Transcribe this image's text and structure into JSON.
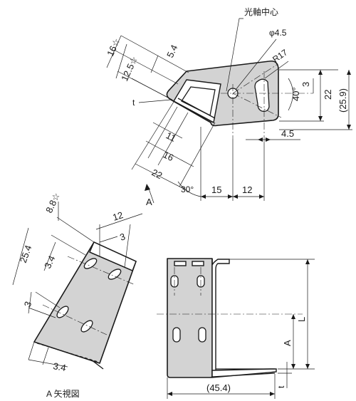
{
  "labels": {
    "optical_axis_center": "光軸中心",
    "hole_dia": "φ4.5",
    "radius": "R17",
    "arrow_a": "A",
    "view_a": "A 矢視図",
    "dim_a": "A",
    "dim_l": "L",
    "dim_t_top": "t",
    "dim_t_bottom": "t"
  },
  "dimensions": {
    "top": {
      "d16": "16☆",
      "d12_5": "12.5☆",
      "d5_4": "5.4",
      "d3": "3",
      "d22": "22",
      "d25_9": "(25.9)",
      "d4_5": "4.5",
      "d40": "40°",
      "d11": "11",
      "d16b": "16",
      "d22b": "22",
      "d30": "30°",
      "d15": "15",
      "d12": "12"
    },
    "left": {
      "d8_8": "8.8☆",
      "d12": "12",
      "d3a": "3",
      "d25_4": "25.4",
      "d3_4a": "3.4",
      "d3b": "3",
      "d3_4b": "3.4"
    },
    "right": {
      "d45_4": "(45.4)"
    }
  }
}
